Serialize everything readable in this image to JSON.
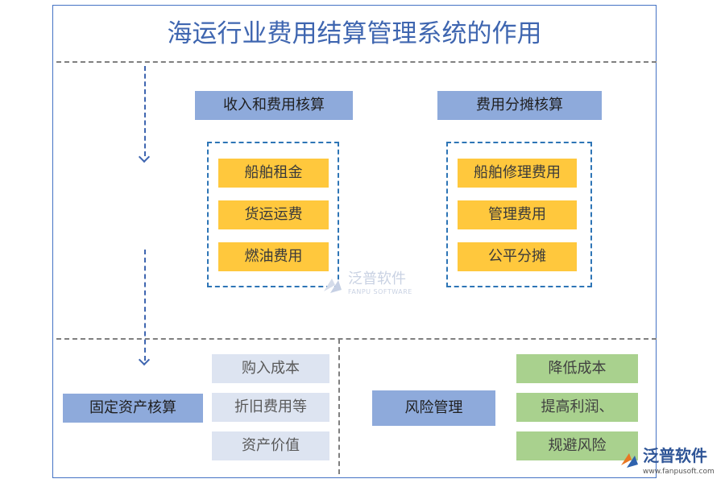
{
  "title": "海运行业费用结算管理系统的作用",
  "sections": {
    "income_expense": {
      "header": "收入和费用核算",
      "items": [
        "船舶租金",
        "货运运费",
        "燃油费用"
      ]
    },
    "expense_allocation": {
      "header": "费用分摊核算",
      "items": [
        "船舶修理费用",
        "管理费用",
        "公平分摊"
      ]
    },
    "fixed_assets": {
      "header": "固定资产核算",
      "items": [
        "购入成本",
        "折旧费用等",
        "资产价值"
      ]
    },
    "risk": {
      "header": "风险管理",
      "items": [
        "降低成本",
        "提高利润、",
        "规避风险"
      ]
    }
  },
  "watermark_center": {
    "brand": "泛普软件",
    "sub": "FANPU SOFTWARE"
  },
  "watermark_corner": {
    "brand": "泛普软件",
    "url": "www.fanpusoft.com"
  },
  "colors": {
    "frame": "#4472c4",
    "title": "#3f66b0",
    "header_box": "#8eaadb",
    "yellow_item": "#ffc83d",
    "gray_item": "#dde4f1",
    "green_item": "#a9d18e",
    "group_border": "#2e75b6"
  }
}
